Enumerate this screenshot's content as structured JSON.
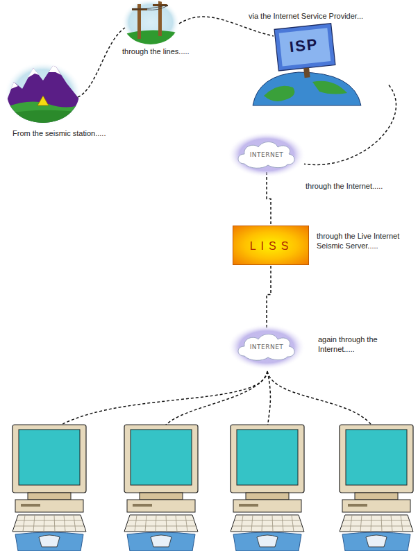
{
  "diagram": {
    "nodes": [
      {
        "text": [
          "ISP"
        ]
      },
      {
        "text": [
          "INTERNET"
        ]
      },
      {
        "text": [
          "LISS"
        ]
      },
      {
        "text": [
          "INTERNET"
        ]
      }
    ],
    "edges": [
      {
        "from": 0,
        "to": 1,
        "arrow": "none"
      },
      {
        "from": 1,
        "to": 2,
        "arrow": "none"
      },
      {
        "from": 2,
        "to": 3,
        "arrow": "none"
      }
    ],
    "labels": [
      "From the seismic station.....",
      "through the lines.....",
      "via the Internet Service Provider...",
      "through the Internet.....",
      "through the Live Internet Seismic Server.....",
      "again through the Internet....."
    ]
  }
}
